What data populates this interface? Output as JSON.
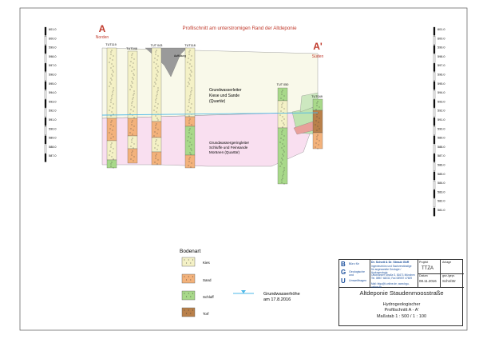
{
  "title": "Profilschnitt am unterstromigen Rand der Altdeponie",
  "ends": {
    "left": {
      "letter": "A",
      "label": "Norden"
    },
    "right": {
      "letter": "A'",
      "label": "Süden"
    }
  },
  "elevation_scale": [
    "601.0",
    "600.0",
    "599.0",
    "598.0",
    "597.0",
    "596.0",
    "595.0",
    "594.0",
    "593.0",
    "592.0",
    "591.0",
    "590.0",
    "589.0",
    "588.0",
    "587.0"
  ],
  "elevation_scale_right": [
    "601.0",
    "600.0",
    "599.0",
    "598.0",
    "597.0",
    "596.0",
    "595.0",
    "594.0",
    "593.0",
    "592.0",
    "591.0",
    "590.0",
    "589.0",
    "588.0",
    "587.0",
    "586.0",
    "585.0",
    "584.0",
    "583.0",
    "582.0",
    "581.0"
  ],
  "boreholes": [
    "TUT119",
    "TUT046",
    "TUT 043",
    "TUT118",
    "TUT 050",
    "TUT049"
  ],
  "borehole_note": "Auffüllung",
  "units": {
    "upper": [
      "Grundwasserleiter",
      "Kiese und Sande",
      "(Quartär)"
    ],
    "lower": [
      "Grundwassergeringleiter",
      "Schluffe und Feinsande",
      "Moränen (Quartär)"
    ]
  },
  "legend": {
    "title": "Bodenart",
    "items": [
      {
        "label": "Kies",
        "color": "#f4f1c6"
      },
      {
        "label": "Sand",
        "color": "#f3b27b"
      },
      {
        "label": "Schluff",
        "color": "#a8d98a"
      },
      {
        "label": "Torf",
        "color": "#b9804a"
      }
    ],
    "water": {
      "label": [
        "Grundwasserhöhe",
        "am 17.8.2016"
      ],
      "color": "#4db8e8"
    }
  },
  "titleblock": {
    "logo_letters": [
      "B",
      "G",
      "U"
    ],
    "logo_words": [
      "Büro für",
      "Geologische und",
      "Umweltfragen"
    ],
    "company": [
      "Dr. Schott & Dr. Straub GbR",
      "Ingenieurbüro und Sachverständige",
      "für angewandte Geologie / Hydrogeologie"
    ],
    "address": [
      "Ottobrunner Straße 3, 81671 München",
      "Tel. 089/7 48232, Fax 089/57 47609"
    ],
    "contact": "Mail: bfgu@t-online.de, www.bgu-online.de",
    "projekt_label": "Projekt",
    "projekt_value": "TTZA",
    "anlage_label": "Anlage",
    "datum_label": "Datum",
    "datum_value": "08.11.2016",
    "gez_label": "gez./gepr.",
    "gez_value": "Schn/Str",
    "project_title": "Altdeponie Staudenmoosstraße",
    "subtitle": [
      "Hydrogeologischer",
      "Profilschnitt A - A'"
    ],
    "scale": "Maßstab 1 : 500 / 1 : 100"
  },
  "colors": {
    "upper_fill": "#f9f9ea",
    "lower_fill": "#f9dff0",
    "water": "#4db8e8",
    "kies": "#f4f1c6",
    "sand": "#f3b27b",
    "schluff": "#a8d98a",
    "torf": "#b9804a",
    "title_red": "#c0392b"
  }
}
